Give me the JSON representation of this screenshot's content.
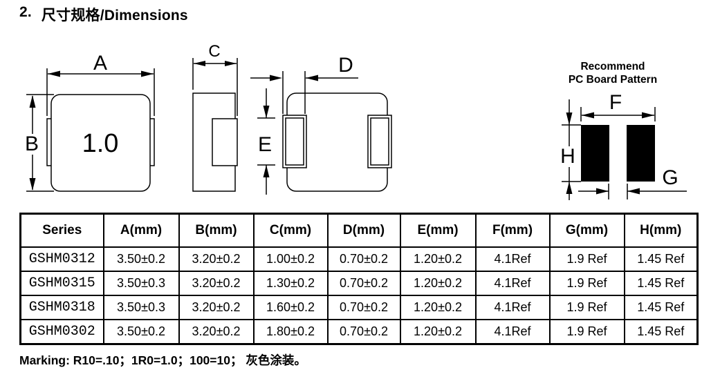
{
  "page": {
    "title_number": "2.",
    "title_text": "尺寸规格/Dimensions"
  },
  "drawings": {
    "top_view": {
      "label_a": "A",
      "label_b": "B",
      "part_marking": "1.0"
    },
    "side_view": {
      "label_c": "C"
    },
    "bottom_view": {
      "label_d": "D",
      "label_e": "E"
    },
    "pcb_pattern": {
      "heading_line1": "Recommend",
      "heading_line2": "PC Board Pattern",
      "label_f": "F",
      "label_g": "G",
      "label_h": "H"
    }
  },
  "table": {
    "headers": [
      "Series",
      "A(mm)",
      "B(mm)",
      "C(mm)",
      "D(mm)",
      "E(mm)",
      "F(mm)",
      "G(mm)",
      "H(mm)"
    ],
    "rows": [
      {
        "cells": [
          "GSHM0312",
          "3.50±0.2",
          "3.20±0.2",
          "1.00±0.2",
          "0.70±0.2",
          "1.20±0.2",
          "4.1Ref",
          "1.9 Ref",
          "1.45 Ref"
        ]
      },
      {
        "cells": [
          "GSHM0315",
          "3.50±0.3",
          "3.20±0.2",
          "1.30±0.2",
          "0.70±0.2",
          "1.20±0.2",
          "4.1Ref",
          "1.9 Ref",
          "1.45 Ref"
        ]
      },
      {
        "cells": [
          "GSHM0318",
          "3.50±0.3",
          "3.20±0.2",
          "1.60±0.2",
          "0.70±0.2",
          "1.20±0.2",
          "4.1Ref",
          "1.9 Ref",
          "1.45 Ref"
        ]
      },
      {
        "cells": [
          "GSHM0302",
          "3.50±0.2",
          "3.20±0.2",
          "1.80±0.2",
          "0.70±0.2",
          "1.20±0.2",
          "4.1Ref",
          "1.9 Ref",
          "1.45 Ref"
        ]
      }
    ]
  },
  "marking_note": "Marking: R10=.10；1R0=1.0；100=10； 灰色涂装。",
  "colors": {
    "ink": "#000000",
    "paper": "#ffffff"
  }
}
